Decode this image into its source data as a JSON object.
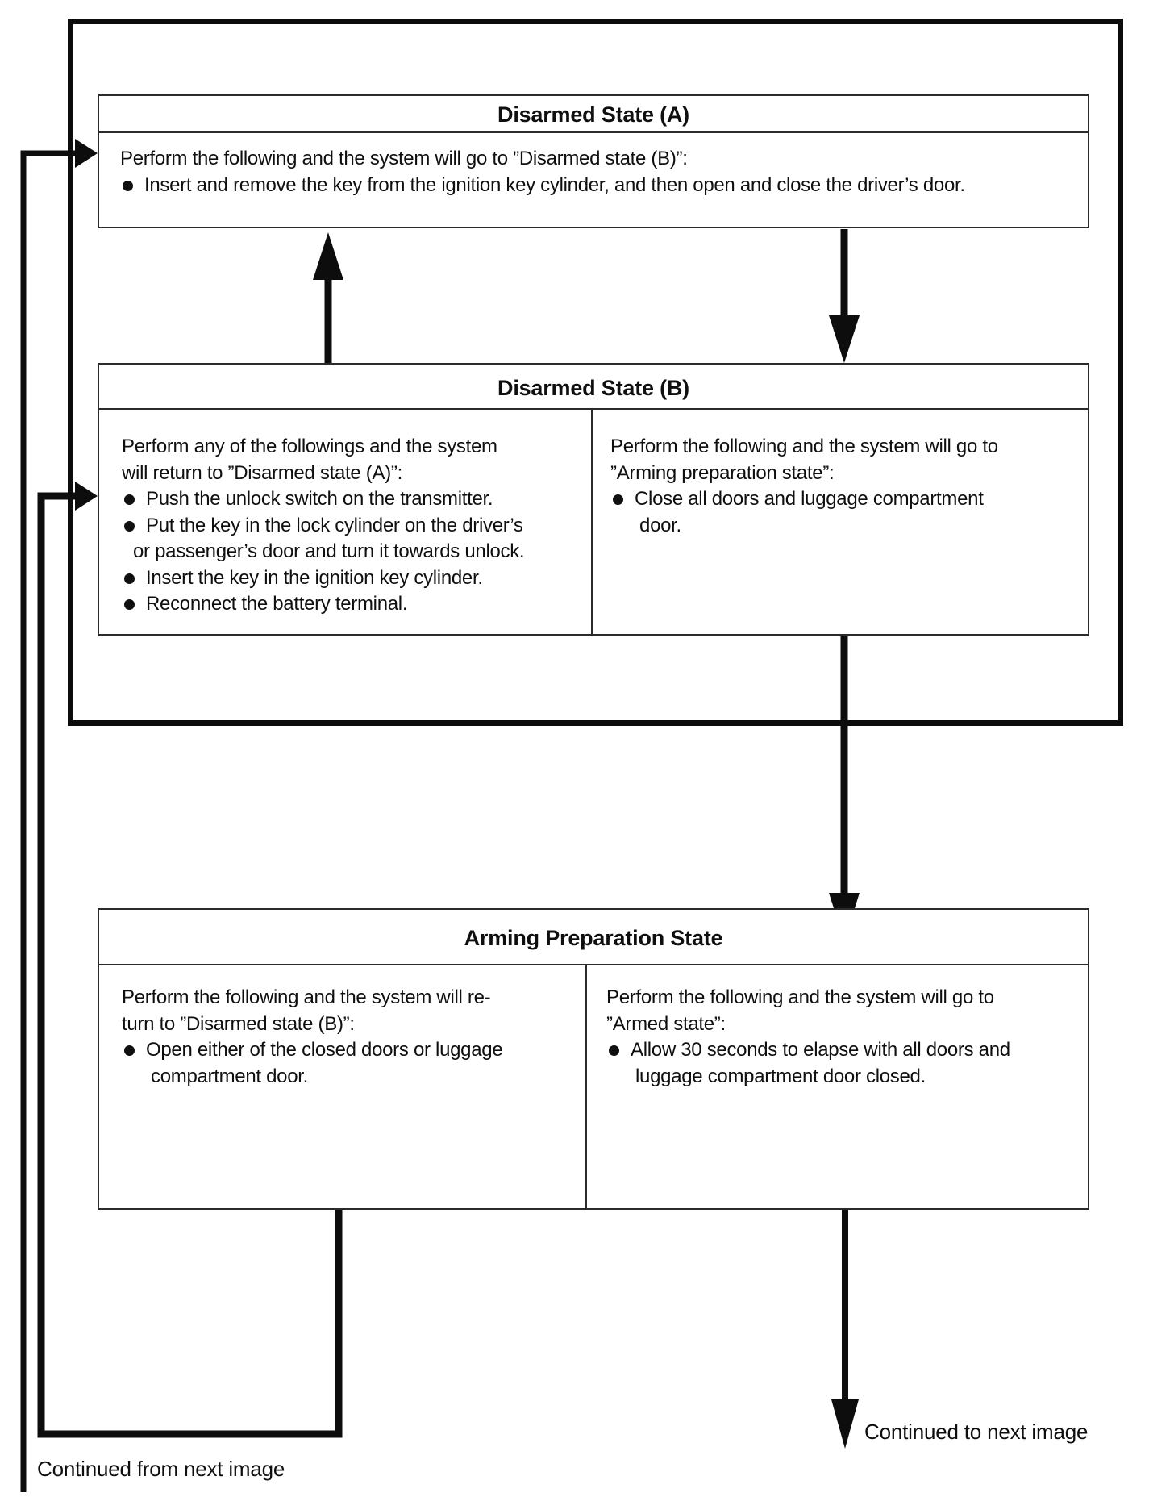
{
  "page": {
    "background": "#ffffff",
    "ink": "#0f0f0f"
  },
  "labels": {
    "continued_from": "Continued from next image",
    "continued_to": "Continued to next image"
  },
  "boxes": {
    "disarmed_a": {
      "title": "Disarmed State (A)",
      "body": {
        "lines": [
          {
            "k": "p",
            "t": "Perform the following and the system will go to ”Disarmed state (B)”:"
          },
          {
            "k": "b",
            "t": "Insert and remove the key from the ignition key cylinder, and then open and close the driver’s door."
          }
        ]
      }
    },
    "disarmed_b": {
      "title": "Disarmed State (B)",
      "left": {
        "lines": [
          {
            "k": "p",
            "t": "Perform any of the followings and the system"
          },
          {
            "k": "p",
            "t": "will return to ”Disarmed state (A)”:"
          },
          {
            "k": "b",
            "t": "Push the unlock switch on the transmitter."
          },
          {
            "k": "b",
            "t": "Put the key in the lock cylinder on the driver’s"
          },
          {
            "k": "c2",
            "t": "or passenger’s door and turn it towards unlock."
          },
          {
            "k": "b",
            "t": "Insert the key in the ignition key cylinder."
          },
          {
            "k": "b",
            "t": "Reconnect the battery terminal."
          }
        ]
      },
      "right": {
        "lines": [
          {
            "k": "p",
            "t": "Perform the following and the system will go to"
          },
          {
            "k": "p",
            "t": "”Arming preparation state”:"
          },
          {
            "k": "b",
            "t": "Close all doors and luggage compartment"
          },
          {
            "k": "c",
            "t": "door."
          }
        ]
      }
    },
    "arming_prep": {
      "title": "Arming Preparation State",
      "left": {
        "lines": [
          {
            "k": "p",
            "t": "Perform the following and the system will re-"
          },
          {
            "k": "p",
            "t": "turn to ”Disarmed state (B)”:"
          },
          {
            "k": "b",
            "t": "Open either of the closed doors or luggage"
          },
          {
            "k": "c",
            "t": "compartment door."
          }
        ]
      },
      "right": {
        "lines": [
          {
            "k": "p",
            "t": "Perform the following and the system will go to"
          },
          {
            "k": "p",
            "t": "”Armed state”:"
          },
          {
            "k": "b",
            "t": "Allow 30 seconds to elapse with all doors and"
          },
          {
            "k": "c",
            "t": "luggage compartment door closed."
          }
        ]
      }
    }
  }
}
